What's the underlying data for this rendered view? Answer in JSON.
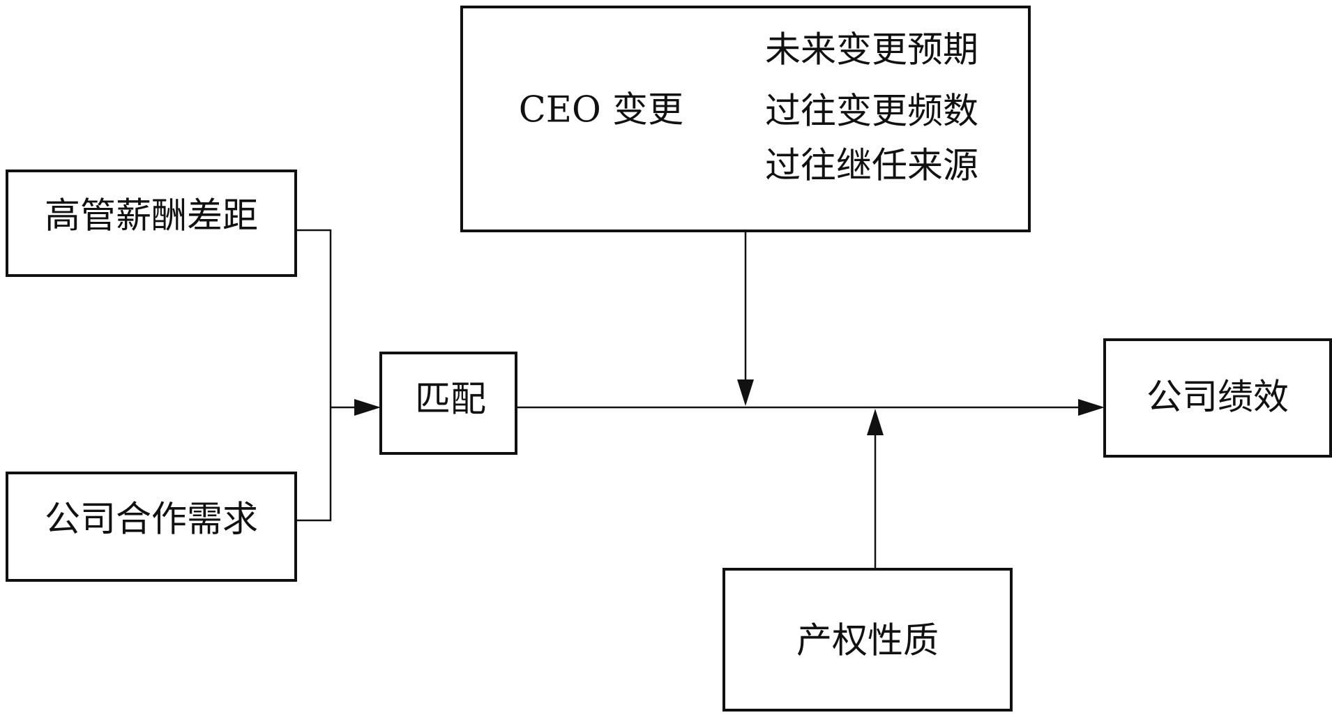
{
  "nodes": {
    "exec_pay_gap": "高管薪酬差距",
    "company_coop_demand": "公司合作需求",
    "match": "匹配",
    "company_performance": "公司绩效",
    "ownership_nature": "产权性质",
    "ceo_change": {
      "label": "CEO 变更",
      "items": [
        "未来变更预期",
        "过往变更频数",
        "过往继任来源"
      ]
    }
  }
}
